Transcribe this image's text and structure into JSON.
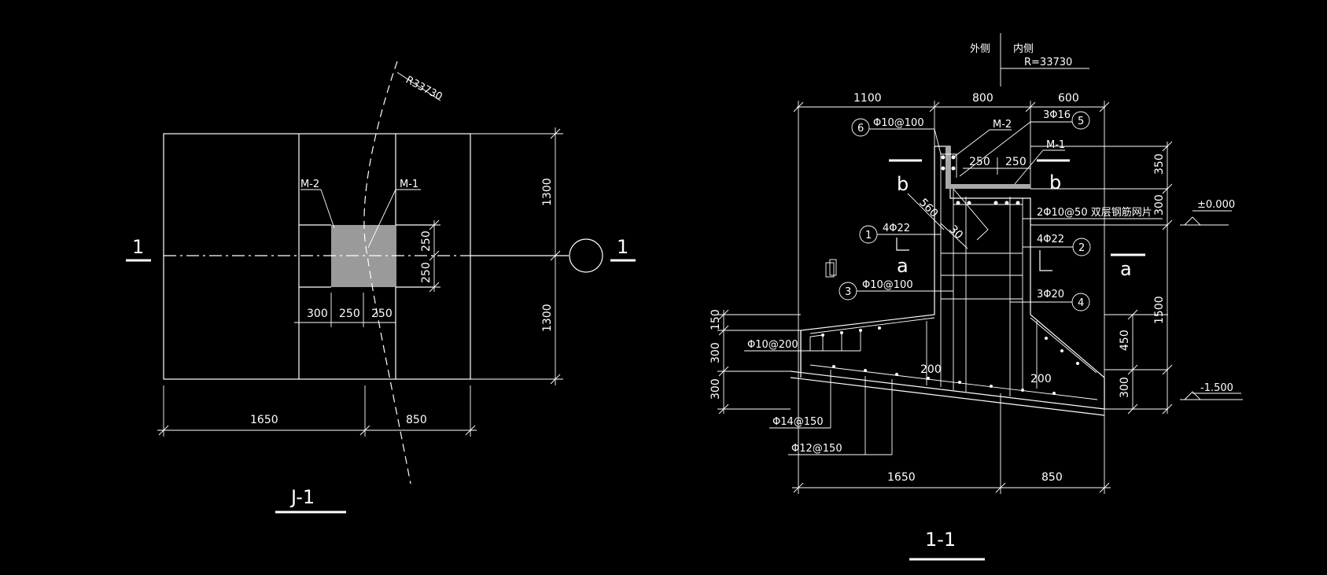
{
  "colors": {
    "background": "#000000",
    "line": "#ffffff",
    "pier_fill": "#9a9a9a",
    "steel_plate": "#a8a8a8"
  },
  "plan": {
    "title": "J-1",
    "radius_label": "R33730",
    "section_mark": "1",
    "labels": {
      "m2": "M-2",
      "m1": "M-1"
    },
    "dims_right": {
      "top": "1300",
      "bottom": "1300",
      "pier_top": "250",
      "pier_bottom": "250"
    },
    "dims_bottom": {
      "left": "1650",
      "right": "850"
    },
    "dims_pier": {
      "a": "300",
      "b": "250",
      "c": "250"
    }
  },
  "section": {
    "title": "1-1",
    "side_outer": "外侧",
    "side_inner": "内侧",
    "radius_label": "R=33730",
    "dims_top": {
      "a": "1100",
      "b": "800",
      "c": "600"
    },
    "dims_bottom": {
      "a": "1650",
      "b": "850"
    },
    "dims_left": {
      "a": "150",
      "b": "300",
      "c": "300"
    },
    "dims_right": {
      "a": "350",
      "b": "300",
      "c": "1500",
      "d": "450",
      "e": "300"
    },
    "levels": {
      "top": "±0.000",
      "bottom": "-1.500"
    },
    "rebar": {
      "r6": "Φ10@100",
      "r5": "3Φ16",
      "m2": "M-2",
      "m1": "M-1",
      "d250a": "250",
      "d250b": "250",
      "mesh": "2Φ10@50 双层钢筋网片",
      "r1": "4Φ22",
      "r2": "4Φ22",
      "d560": "560",
      "d30": "30",
      "r3": "Φ10@100",
      "r4": "3Φ20",
      "r10_200": "Φ10@200",
      "d200a": "200",
      "d200b": "200",
      "r14": "Φ14@150",
      "r12": "Φ12@150"
    },
    "callouts": {
      "c1": "1",
      "c2": "2",
      "c3": "3",
      "c4": "4",
      "c5": "5",
      "c6": "6"
    },
    "cut_marks": {
      "b": "b",
      "a": "a"
    }
  }
}
